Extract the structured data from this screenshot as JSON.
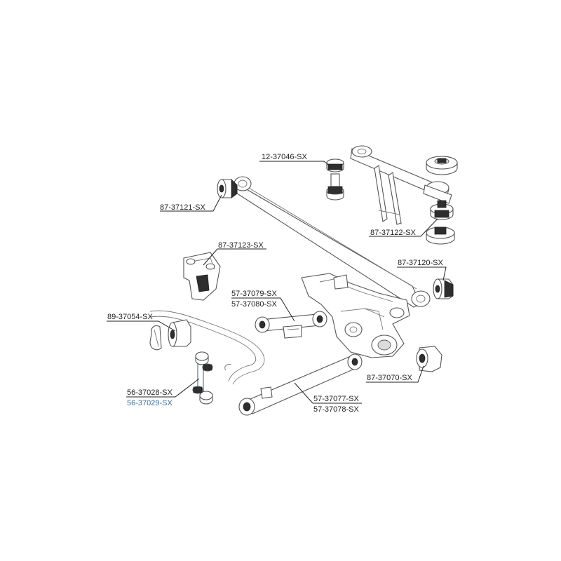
{
  "labels": {
    "p12_37046": "12-37046-SX",
    "p87_37121": "87-37121-SX",
    "p87_37122": "87-37122-SX",
    "p87_37123": "87-37123-SX",
    "p87_37120": "87-37120-SX",
    "p57_37079": "57-37079-SX",
    "p57_37080": "57-37080-SX",
    "p89_37054": "89-37054-SX",
    "p87_37070": "87-37070-SX",
    "p56_37028": "56-37028-SX",
    "p56_37029": "56-37029-SX",
    "p57_37077": "57-37077-SX",
    "p57_37078": "57-37078-SX"
  },
  "colors": {
    "text": "#1f1f1f",
    "highlight_text": "#3b6fa0",
    "line": "#222222",
    "part_outline": "#555555",
    "bushing_dark": "#2e2e2e"
  }
}
